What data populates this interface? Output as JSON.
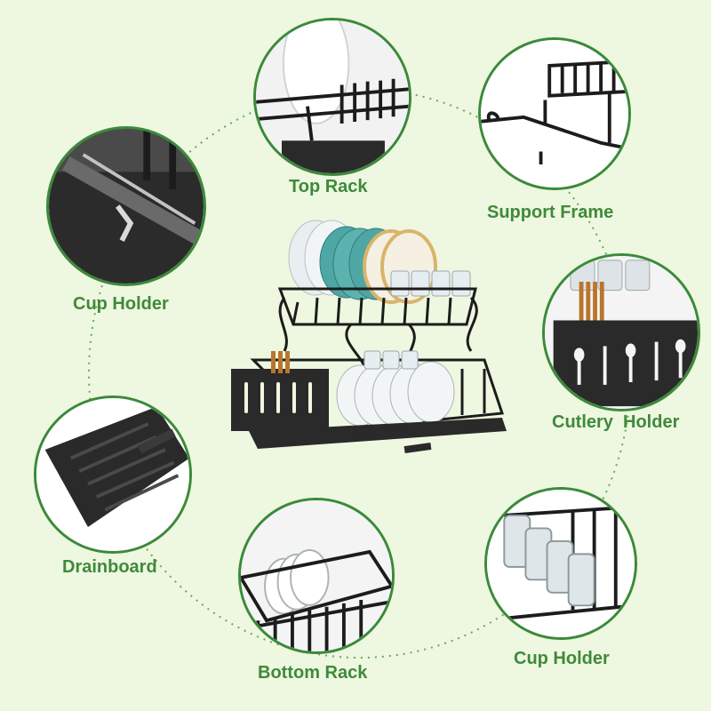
{
  "labels": {
    "top_rack": "Top Rack",
    "support_frame": "Support Frame",
    "cup_holder_left": "Cup Holder",
    "cutlery_holder": "Cutlery  Holder",
    "drainboard": "Drainboard",
    "bottom_rack": "Bottom Rack",
    "cup_holder_right": "Cup Holder"
  },
  "colors": {
    "background": "#eef7e0",
    "accent_green": "#3f8a3a",
    "rack_black": "#1c1c1c",
    "plate_teal": "#4fa7a5",
    "plate_beige": "#d9b46b"
  }
}
